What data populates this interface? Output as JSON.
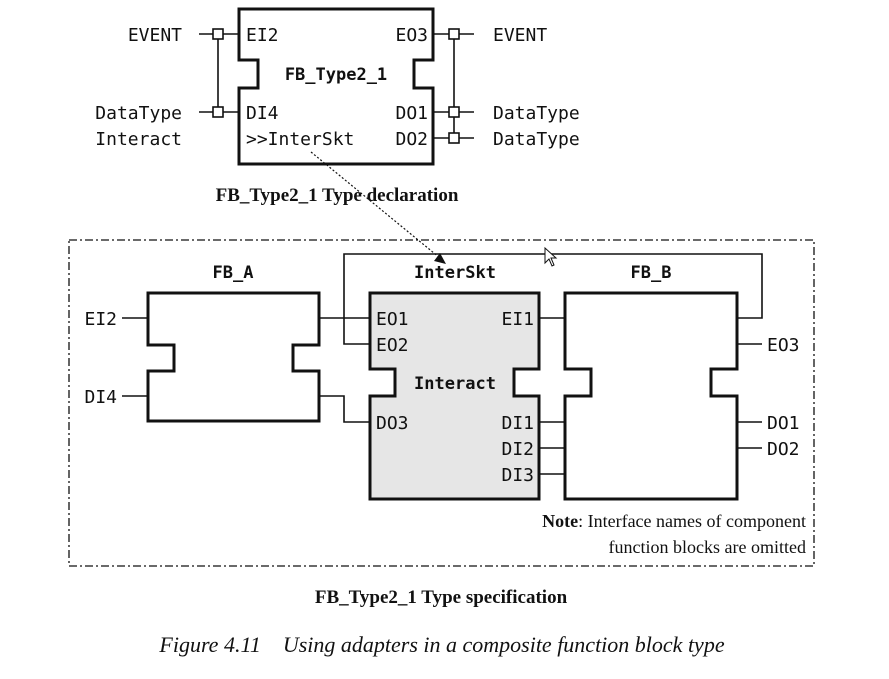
{
  "declaration": {
    "fb_name": "FB_Type2_1",
    "caption": "FB_Type2_1 Type declaration",
    "event_in_port": "EI2",
    "event_out_port": "EO3",
    "data_in_port": "DI4",
    "adapter_socket": ">>InterSkt",
    "data_out_port_1": "DO1",
    "data_out_port_2": "DO2",
    "left_event_type": "EVENT",
    "right_event_type": "EVENT",
    "left_data_type": "DataType",
    "left_adapter_type": "Interact",
    "right_data_type_1": "DataType",
    "right_data_type_2": "DataType"
  },
  "specification": {
    "caption": "FB_Type2_1 Type specification",
    "external_inputs": [
      "EI2",
      "DI4"
    ],
    "external_outputs": [
      "EO3",
      "DO1",
      "DO2"
    ],
    "fb_a": {
      "name": "FB_A"
    },
    "interskt": {
      "name": "InterSkt",
      "type_label": "Interact",
      "ports_left": [
        "EO1",
        "EO2",
        "DO3"
      ],
      "ports_right": [
        "EI1",
        "DI1",
        "DI2",
        "DI3"
      ]
    },
    "fb_b": {
      "name": "FB_B"
    },
    "note_bold": "Note",
    "note_line1": ": Interface names of component",
    "note_line2": "function blocks are omitted"
  },
  "figure_caption": "Figure 4.11    Using adapters in a composite function block type"
}
